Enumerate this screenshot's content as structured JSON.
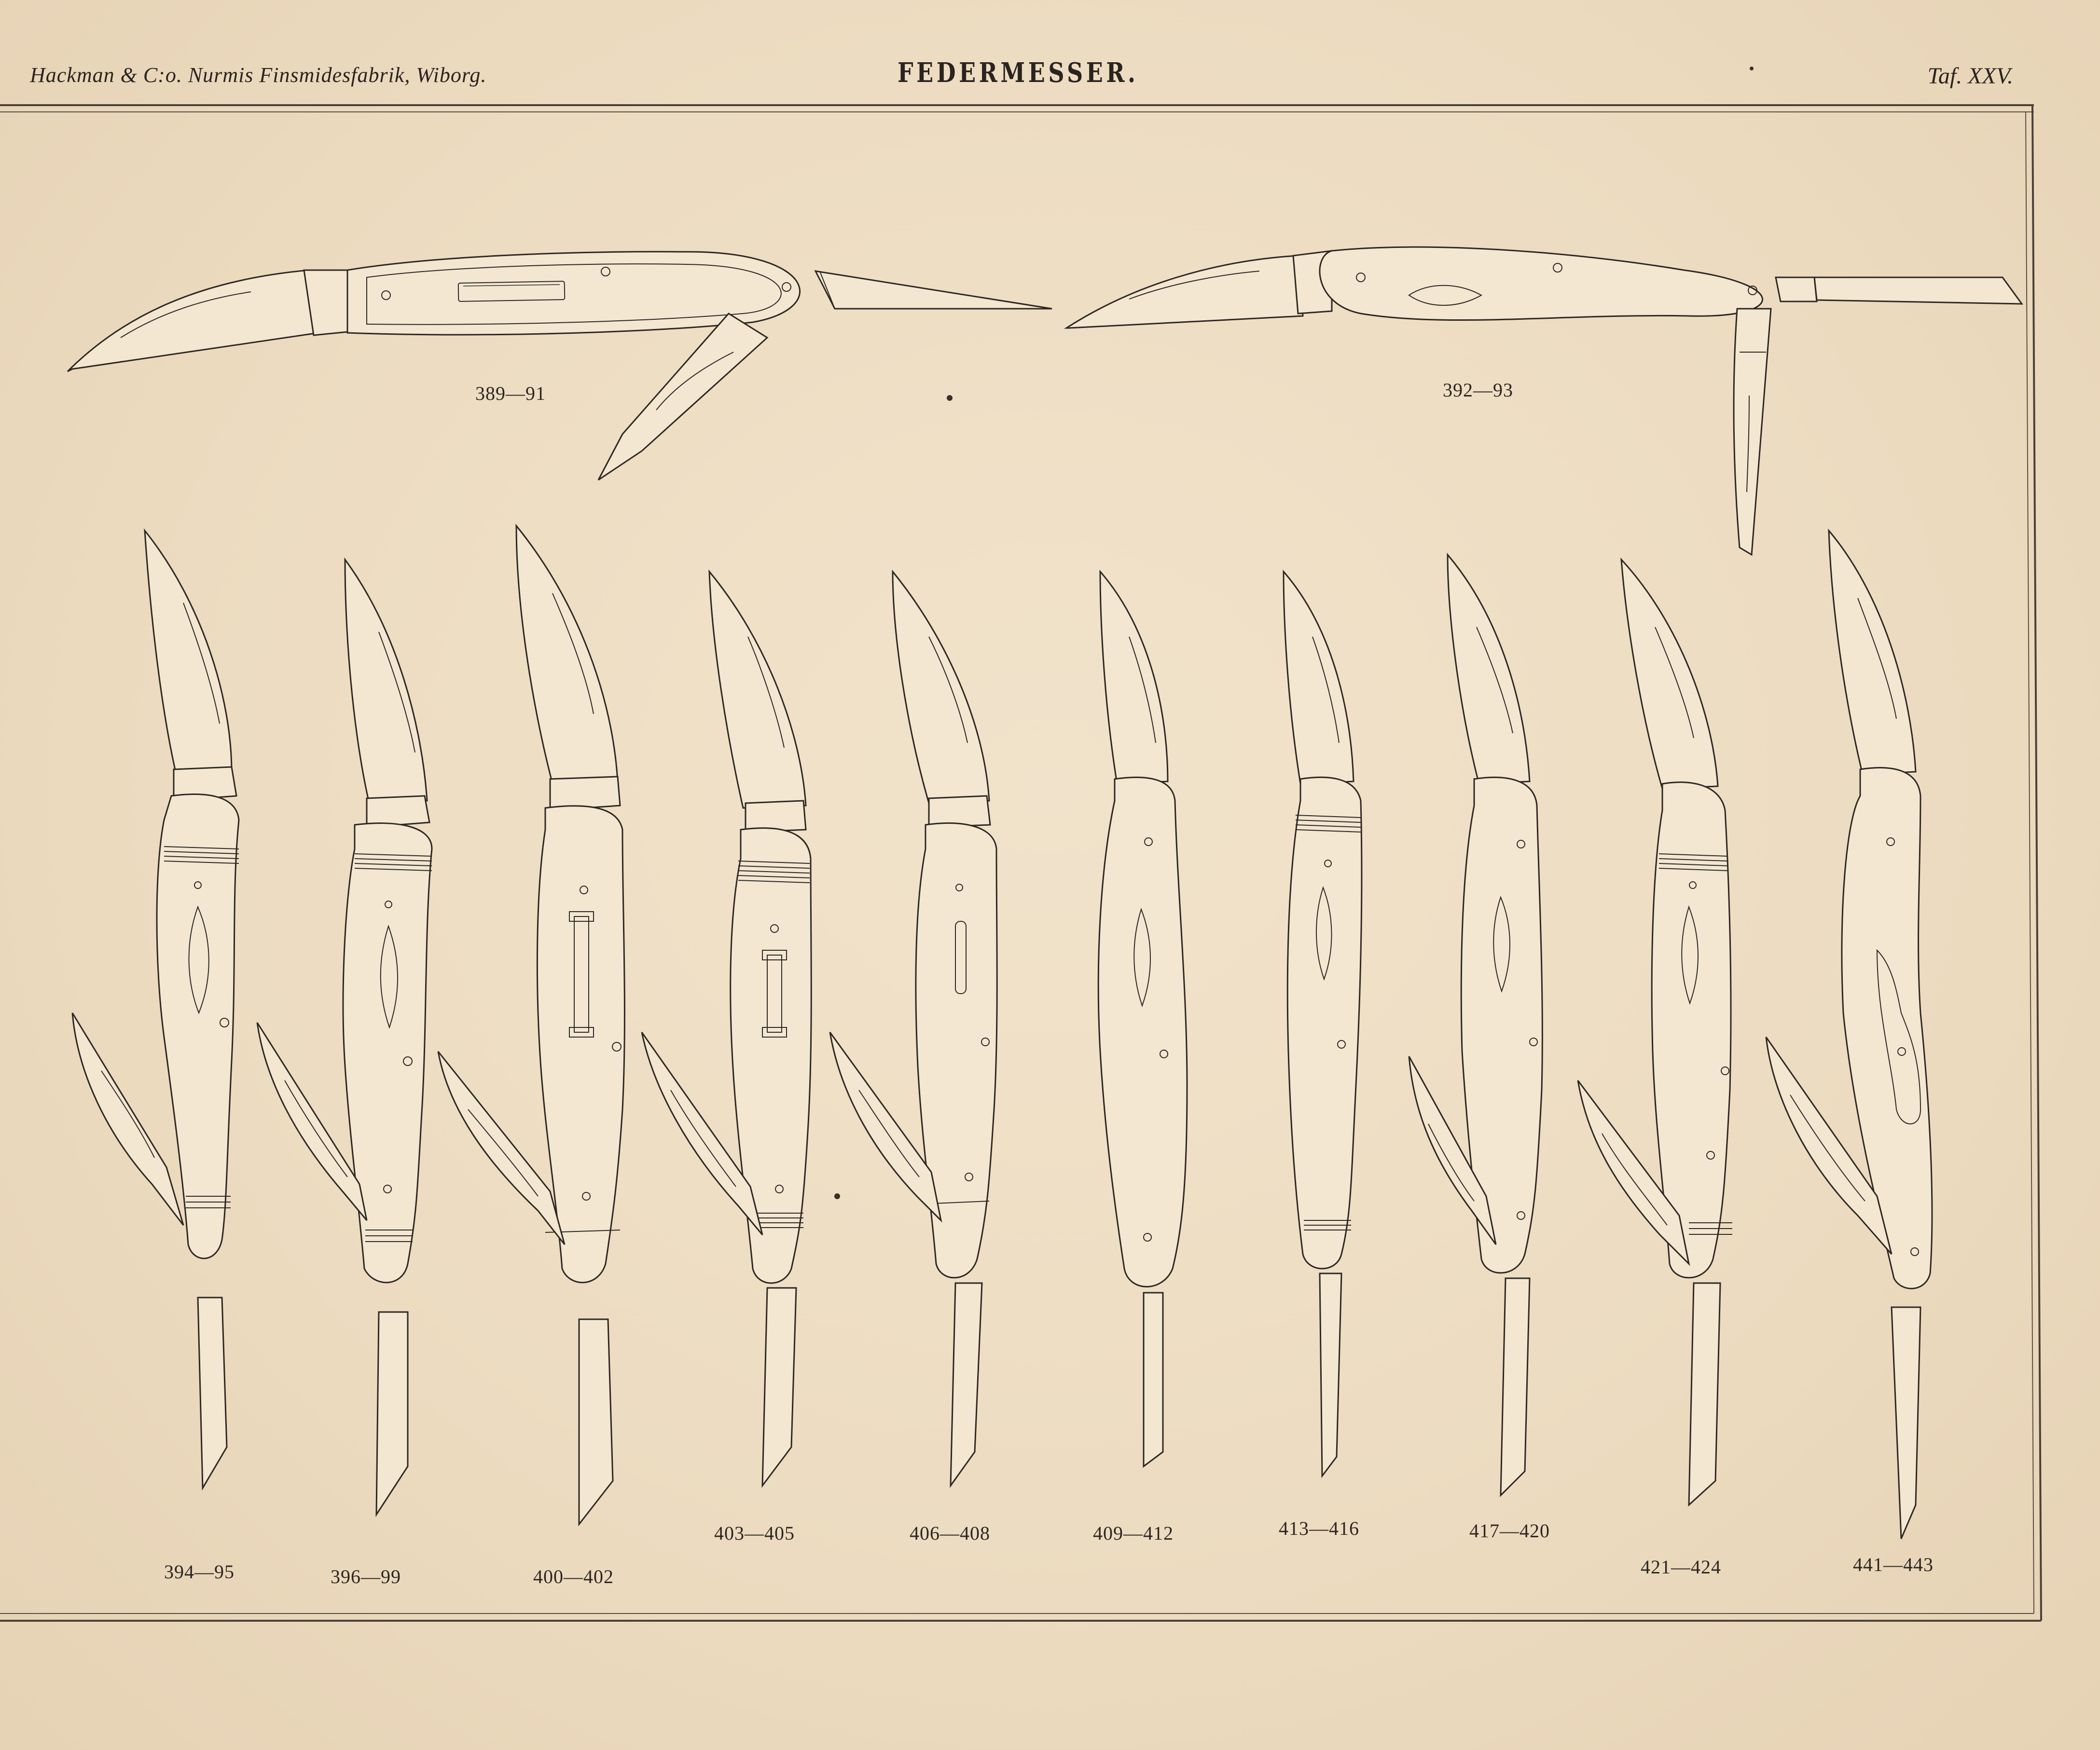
{
  "header": {
    "publisher": "Hackman & C:o. Nurmis Finsmidesfabrik, Wiborg.",
    "title": "FEDERMESSER.",
    "plate": "Taf. XXV."
  },
  "figures": {
    "top": [
      {
        "label": "389—91"
      },
      {
        "label": "392—93"
      }
    ],
    "row": [
      {
        "label": "394—95"
      },
      {
        "label": "396—99"
      },
      {
        "label": "400—402"
      },
      {
        "label": "403—405"
      },
      {
        "label": "406—408"
      },
      {
        "label": "409—412"
      },
      {
        "label": "413—416"
      },
      {
        "label": "417—420"
      },
      {
        "label": "421—424"
      },
      {
        "label": "441—443"
      }
    ]
  }
}
